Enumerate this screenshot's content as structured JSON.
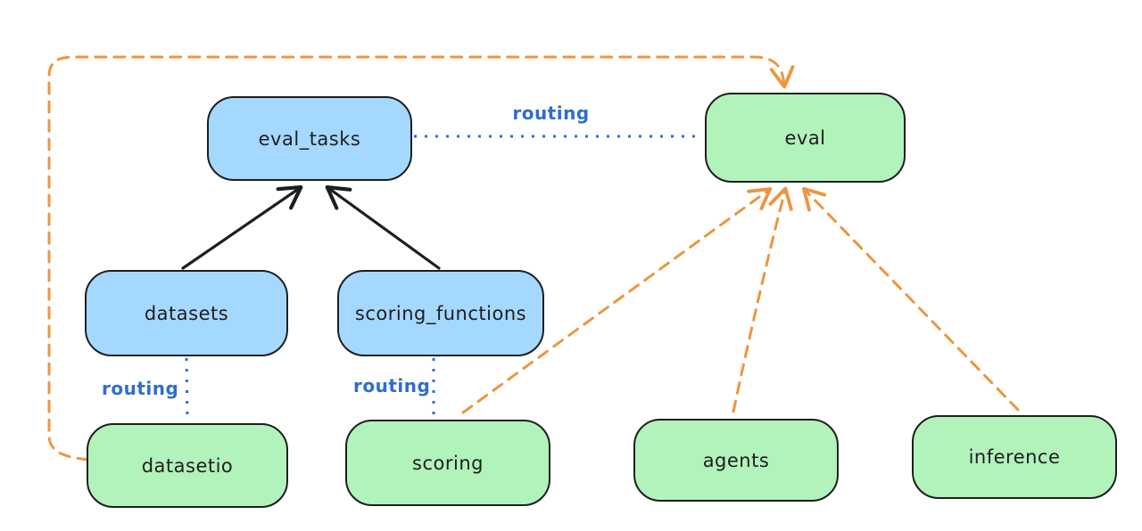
{
  "diagram": {
    "type": "architecture-routing-diagram",
    "background": "#ffffff"
  },
  "colors": {
    "blue_fill": "#a5d8ff",
    "green_fill": "#b2f2bb",
    "node_border": "#1e1e1e",
    "node_text": "#1e1e1e",
    "black_edge": "#1e1e1e",
    "routing_blue": "#2f6ecb",
    "orange_edge": "#ec9640"
  },
  "nodes": {
    "eval_tasks": {
      "label": "eval_tasks",
      "fill": "blue"
    },
    "eval": {
      "label": "eval",
      "fill": "green"
    },
    "datasets": {
      "label": "datasets",
      "fill": "blue"
    },
    "scoring_functions": {
      "label": "scoring_functions",
      "fill": "blue"
    },
    "datasetio": {
      "label": "datasetio",
      "fill": "green"
    },
    "scoring": {
      "label": "scoring",
      "fill": "green"
    },
    "agents": {
      "label": "agents",
      "fill": "green"
    },
    "inference": {
      "label": "inference",
      "fill": "green"
    }
  },
  "edges": [
    {
      "from": "datasets",
      "to": "eval_tasks",
      "style": "solid-arrow",
      "color": "black",
      "label": ""
    },
    {
      "from": "scoring_functions",
      "to": "eval_tasks",
      "style": "solid-arrow",
      "color": "black",
      "label": ""
    },
    {
      "from": "eval_tasks",
      "to": "eval",
      "style": "dotted-line",
      "color": "blue",
      "label": "routing"
    },
    {
      "from": "datasets",
      "to": "datasetio",
      "style": "dotted-line",
      "color": "blue",
      "label": "routing"
    },
    {
      "from": "scoring_functions",
      "to": "scoring",
      "style": "dotted-line",
      "color": "blue",
      "label": "routing"
    },
    {
      "from": "datasetio",
      "to": "eval",
      "style": "dashed-arrow",
      "color": "orange",
      "label": ""
    },
    {
      "from": "scoring",
      "to": "eval",
      "style": "dashed-arrow",
      "color": "orange",
      "label": ""
    },
    {
      "from": "agents",
      "to": "eval",
      "style": "dashed-arrow",
      "color": "orange",
      "label": ""
    },
    {
      "from": "inference",
      "to": "eval",
      "style": "dashed-arrow",
      "color": "orange",
      "label": ""
    }
  ]
}
